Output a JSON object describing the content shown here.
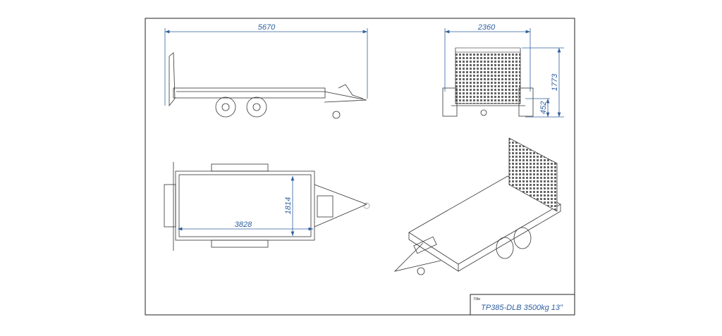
{
  "drawing": {
    "dimensions": {
      "side_length": "5670",
      "rear_width": "2360",
      "rear_height": "1773",
      "rear_deck_height": "452",
      "top_bed_length": "3828",
      "top_bed_width": "1814"
    },
    "title_block": {
      "label": "Title",
      "title": "TP385-DLB 3500kg 13\""
    },
    "colors": {
      "dimension": "#2f5f9f",
      "line": "#333333"
    }
  }
}
